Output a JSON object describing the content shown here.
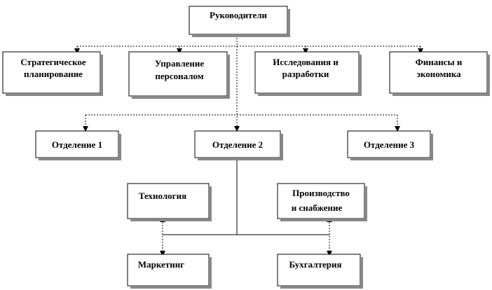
{
  "nodes": {
    "top": "Руководители",
    "strategic": [
      "Стратегическое",
      "планирование"
    ],
    "hr": [
      "Управление",
      "персоналом"
    ],
    "rnd": [
      "Исследования и",
      "разработки"
    ],
    "finance": [
      "Финансы и",
      "экономика"
    ],
    "dept1": "Отделение 1",
    "dept2": "Отделение 2",
    "dept3": "Отделение 3",
    "tech": "Технология",
    "production": [
      "Производство",
      "и снабжение"
    ],
    "marketing": "Маркетинг",
    "accounting": "Бухгалтерия"
  }
}
